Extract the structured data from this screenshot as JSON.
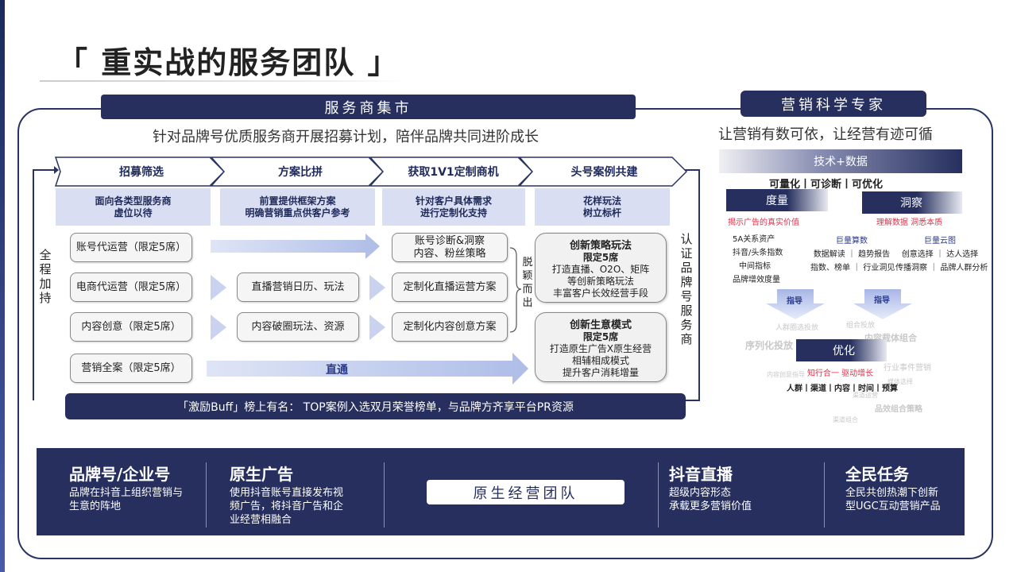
{
  "title": "「 重实战的服务团队 」",
  "market": {
    "header": "服务商集市",
    "subtitle": "针对品牌号优质服务商开展招募计划，陪伴品牌共同进阶成长",
    "stages": [
      "招募筛选",
      "方案比拼",
      "获取1V1定制商机",
      "头号案例共建"
    ],
    "stage_desc": [
      [
        "面向各类型服务商",
        "虚位以待"
      ],
      [
        "前置提供框架方案",
        "明确营销重点供客户参考"
      ],
      [
        "针对客户具体需求",
        "进行定制化支持"
      ],
      [
        "花样玩法",
        "树立标杆"
      ]
    ],
    "rows": [
      {
        "label": "账号代运营（限定5席）",
        "plan": "",
        "custom": [
          "账号诊断&洞察",
          "内容、粉丝策略"
        ]
      },
      {
        "label": "电商代运营（限定5席）",
        "plan": "直播营销日历、玩法",
        "custom": [
          "定制化直播运营方案"
        ]
      },
      {
        "label": "内容创意（限定5席）",
        "plan": "内容破圈玩法、资源",
        "custom": [
          "定制化内容创意方案"
        ]
      },
      {
        "label": "营销全案（限定5席）",
        "plan": "直通",
        "custom": []
      }
    ],
    "stand_out": "脱颖而出",
    "case1": {
      "title": "创新策略玩法",
      "seats": "限定5席",
      "lines": [
        "打造直播、O2O、矩阵",
        "等创新策略玩法",
        "丰富客户长效经营手段"
      ]
    },
    "case2": {
      "title": "创新生意模式",
      "seats": "限定5席",
      "lines": [
        "打造原生广告X原生经营",
        "相辅相成模式",
        "提升客户消耗增量"
      ]
    },
    "left_side": "全程加持",
    "right_side": "认证品牌号服务商",
    "buff": "「激励Buff」榜上有名： TOP案例入选双月荣誉榜单，与品牌方齐享平台PR资源"
  },
  "expert": {
    "header": "营销科学专家",
    "subtitle": "让营销有数可依，让经营有迹可循",
    "tech": "技术+数据",
    "tags": "可量化丨可诊断丨可优化",
    "measure": {
      "label": "度量",
      "note": "揭示广告的真实价值",
      "items": [
        "5A关系资产",
        "抖音/头条指数",
        "中间指标",
        "品牌增效度量"
      ]
    },
    "insight": {
      "label": "洞察",
      "note": "理解数据 洞悉本质"
    },
    "suanshu": {
      "title": "巨量算数",
      "line1": "数据解读 ｜ 趋势报告",
      "line2": "指数、榜单 ｜ 行业洞见"
    },
    "yuntu": {
      "title": "巨量云图",
      "line1": "创意选择 ｜ 达人选择",
      "line2": "传播洞察 ｜ 品牌人群分析"
    },
    "guide": "指导",
    "faded": [
      "人群圈选投放",
      "组合投放",
      "序列化投放",
      "内容载体组合",
      "内容创意指导",
      "行业事件营销",
      "媒体选择",
      "品效组合策略",
      "渠道运营",
      "渠道组合"
    ],
    "optimize": {
      "label": "优化",
      "note": "知行合一 驱动增长",
      "line": "人群丨渠道丨内容丨时间丨预算"
    }
  },
  "bottom": {
    "col1": {
      "h": "品牌号/企业号",
      "d": [
        "品牌在抖音上组织营销与",
        "生意的阵地"
      ]
    },
    "col2": {
      "h": "原生广告",
      "d": [
        "使用抖音账号直接发布视",
        "频广告，将抖音广告和企",
        "业经营相融合"
      ]
    },
    "center": "原生经营团队",
    "col3": {
      "h": "抖音直播",
      "d": [
        "超级内容形态",
        "承载更多营销价值"
      ]
    },
    "col4": {
      "h": "全民任务",
      "d": [
        "全民共创热潮下创新",
        "型UGC互动营销产品"
      ]
    }
  }
}
